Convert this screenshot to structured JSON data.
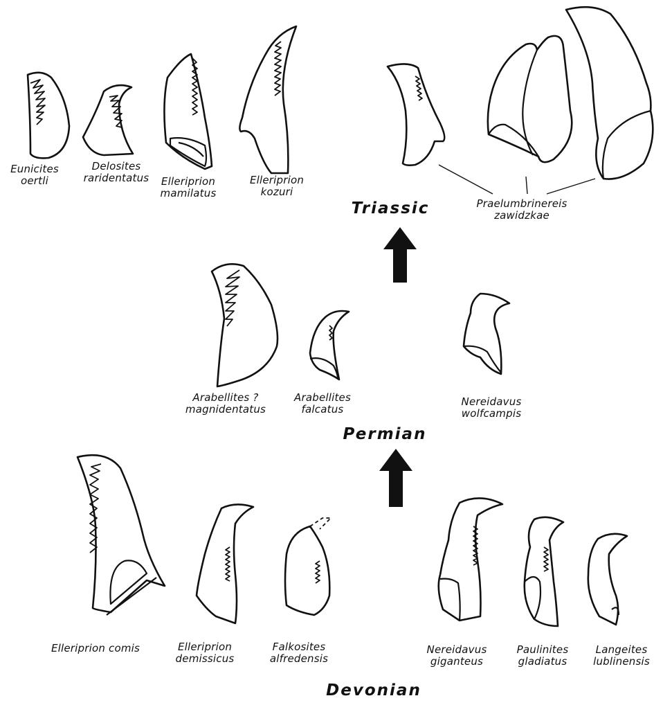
{
  "periods": {
    "triassic": "Triassic",
    "permian": "Permian",
    "devonian": "Devonian"
  },
  "triassic_taxa": [
    {
      "line1": "Eunicites",
      "line2": "oertli"
    },
    {
      "line1": "Delosites",
      "line2": "raridentatus"
    },
    {
      "line1": "Elleriprion",
      "line2": "mamilatus"
    },
    {
      "line1": "Elleriprion",
      "line2": "kozuri"
    },
    {
      "line1": "Praelumbrinereis",
      "line2": "zawidzkae"
    }
  ],
  "permian_taxa": [
    {
      "line1": "Arabellites ?",
      "line2": "magnidentatus"
    },
    {
      "line1": "Arabellites",
      "line2": "falcatus"
    },
    {
      "line1": "Nereidavus",
      "line2": "wolfcampis"
    }
  ],
  "devonian_taxa": [
    {
      "line1": "Elleriprion comis",
      "line2": ""
    },
    {
      "line1": "Elleriprion",
      "line2": "demissicus"
    },
    {
      "line1": "Falkosites",
      "line2": "alfredensis"
    },
    {
      "line1": "Nereidavus",
      "line2": "giganteus"
    },
    {
      "line1": "Paulinites",
      "line2": "gladiatus"
    },
    {
      "line1": "Langeites",
      "line2": "lublinensis"
    }
  ]
}
